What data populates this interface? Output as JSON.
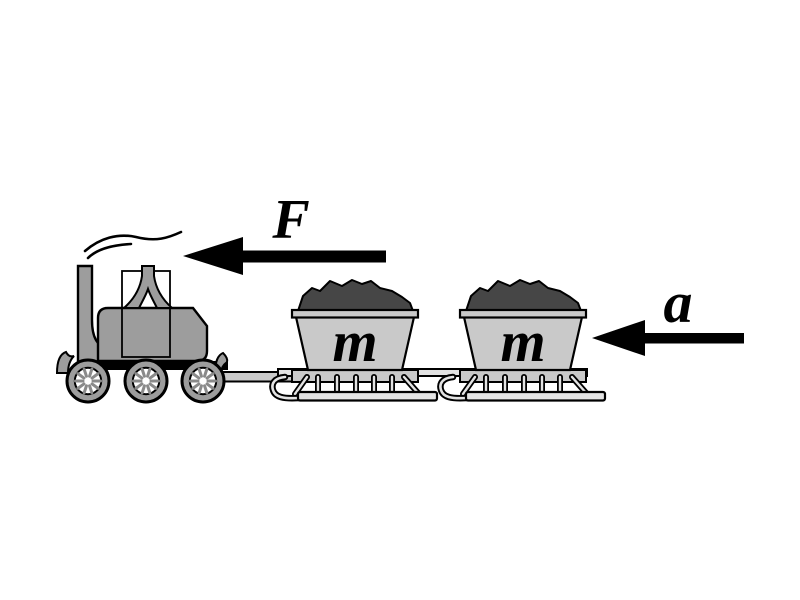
{
  "figure": {
    "kind": "physics-diagram",
    "description_visible_elements": "tractor pulling two loaded sleds with force and acceleration arrows"
  },
  "labels": {
    "force": "F",
    "mass_front_wagon": "m",
    "mass_rear_wagon": "m",
    "acceleration": "a"
  },
  "colors": {
    "background": "#ffffff",
    "outline": "#000000",
    "tractor_body": "#9d9d9d",
    "wagon_body": "#c9c9c9",
    "sled_rails": "#e3e3e3",
    "load": "#464646",
    "wheel_spokes": "#8a8a8a",
    "arrows_and_text": "#000000"
  }
}
